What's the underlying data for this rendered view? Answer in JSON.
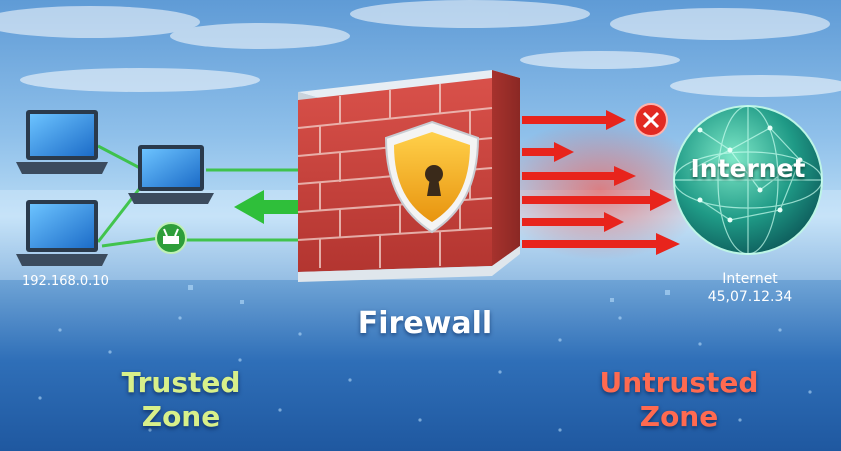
{
  "labels": {
    "local_ip": "192.168.0.10",
    "internet_caption_line1": "Internet",
    "internet_caption_line2": "45,07.12.34",
    "firewall": "Firewall",
    "internet": "Internet",
    "trusted_line1": "Trusted",
    "trusted_line2": "Zone",
    "untrusted_line1": "Untrusted",
    "untrusted_line2": "Zone"
  },
  "icons": {
    "shield": "shield-keyhole-icon",
    "blocked": "close-icon",
    "router": "router-icon",
    "globe": "globe-icon"
  },
  "colors": {
    "trusted_link": "#2fbf3a",
    "untrusted_traffic": "#e8241c",
    "brick": "#c8403a",
    "shield": "#f3b01e",
    "trusted_text": "#d8f08a",
    "untrusted_text": "#ff6a50"
  }
}
